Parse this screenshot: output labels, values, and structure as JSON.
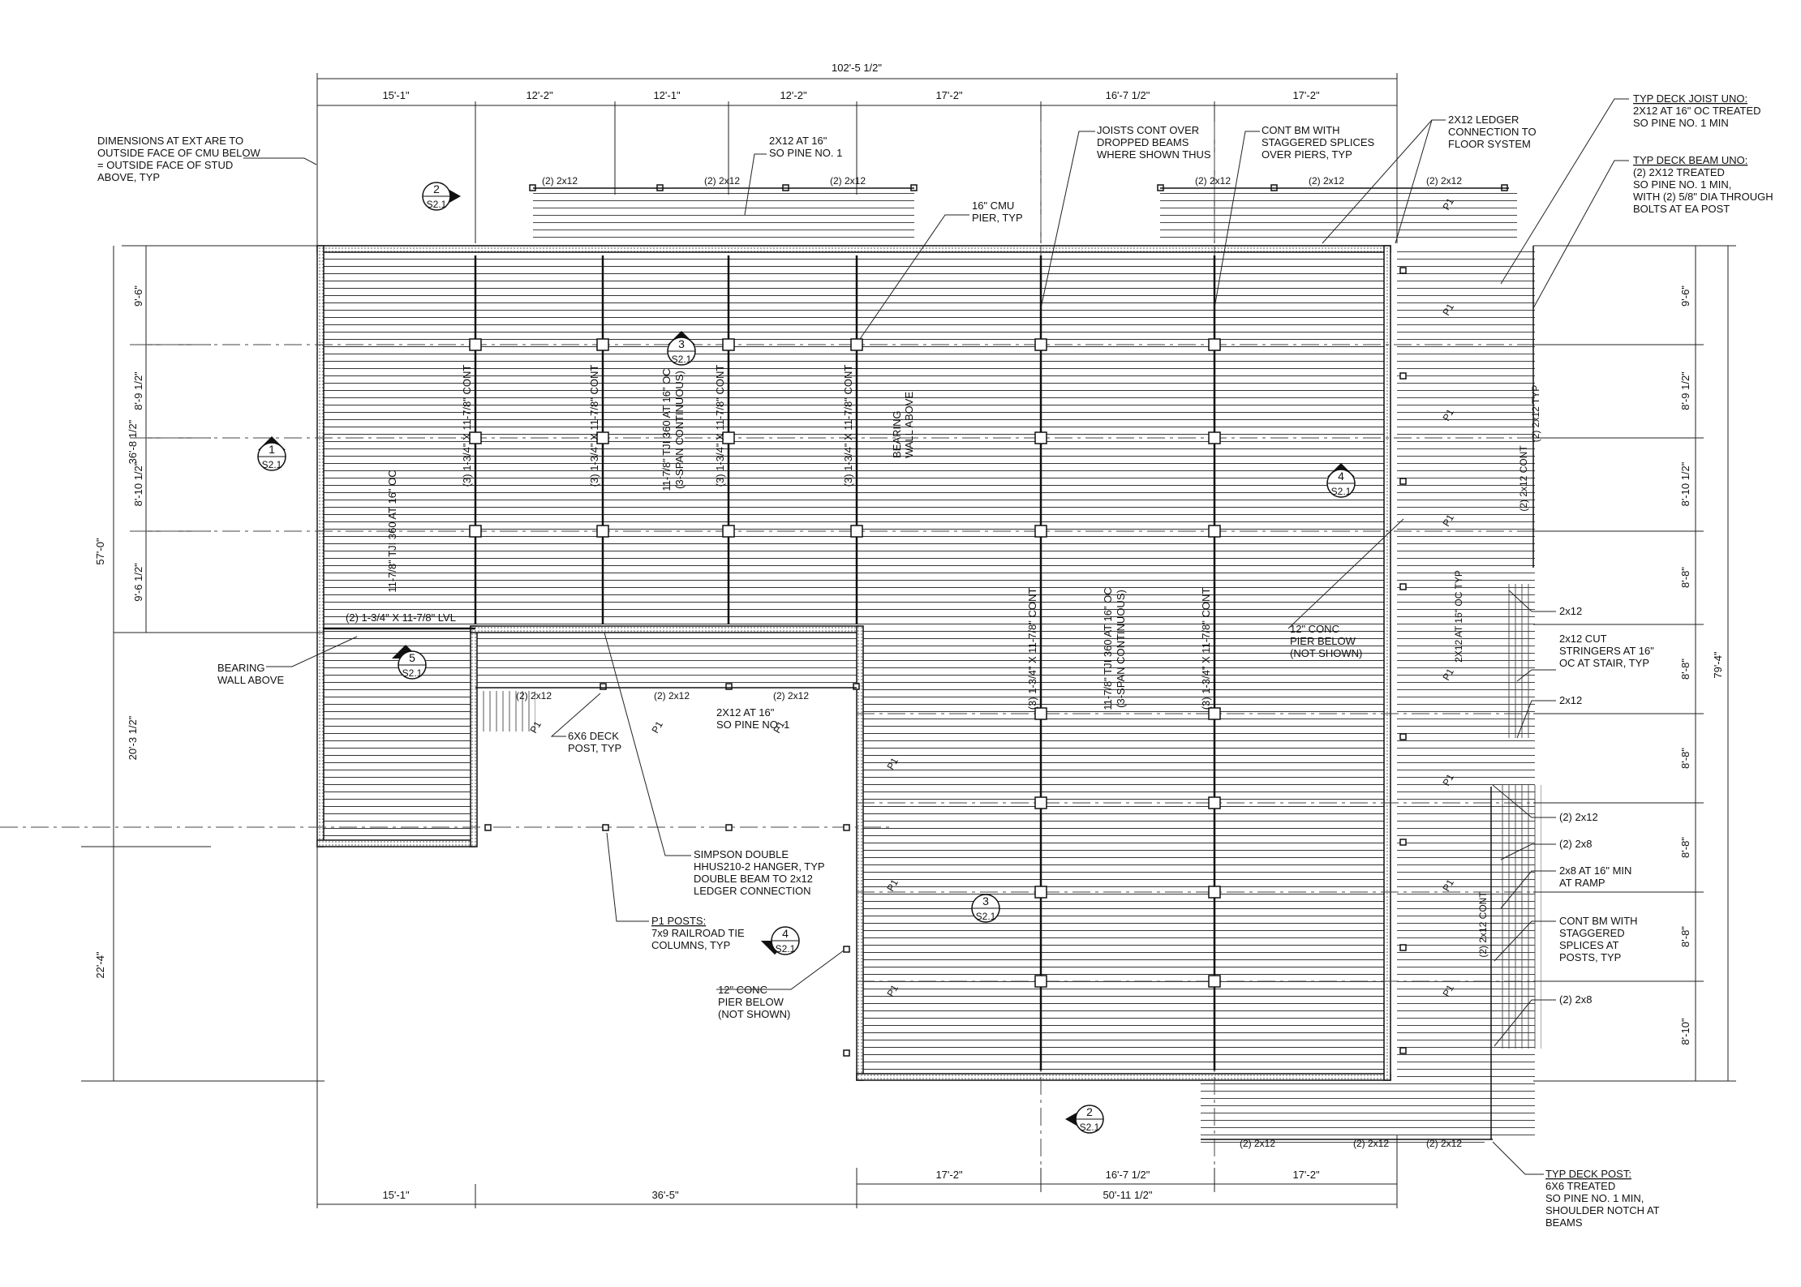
{
  "overall": {
    "width_dim": "102'-5 1/2\""
  },
  "top_dims": [
    "15'-1\"",
    "12'-2\"",
    "12'-1\"",
    "12'-2\"",
    "17'-2\"",
    "16'-7 1/2\"",
    "17'-2\""
  ],
  "bottom_dims": [
    "17'-2\"",
    "16'-7 1/2\"",
    "17'-2\""
  ],
  "bottom_overall_dims": [
    "15'-1\"",
    "36'-5\"",
    "50'-11 1/2\""
  ],
  "left_dims": {
    "overall": "57'-0\"",
    "upper": "36'-8 1/2\"",
    "mid": "20'-3 1/2\"",
    "lower": "22'-4\"",
    "rows": [
      "9'-6\"",
      "8'-9 1/2\"",
      "8'-10 1/2\"",
      "9'-6 1/2\""
    ]
  },
  "right_dims": {
    "overall": "79'-4\"",
    "rows": [
      "9'-6\"",
      "8'-9 1/2\"",
      "8'-10 1/2\"",
      "8'-8\"",
      "8'-8\"",
      "8'-8\"",
      "8'-8\"",
      "8'-8\"",
      "8'-10\""
    ]
  },
  "notes": {
    "ext_dims": [
      "DIMENSIONS AT EXT ARE TO",
      "OUTSIDE FACE OF CMU BELOW",
      "= OUTSIDE FACE OF STUD",
      "ABOVE, TYP"
    ],
    "joist_top": [
      "2X12 AT 16\"",
      "SO PINE NO. 1"
    ],
    "cmu_pier": [
      "16\" CMU",
      "PIER, TYP"
    ],
    "joists_cont": [
      "JOISTS CONT OVER",
      "DROPPED BEAMS",
      "WHERE SHOWN THUS"
    ],
    "cont_bm": [
      "CONT BM WITH",
      "STAGGERED SPLICES",
      "OVER PIERS, TYP"
    ],
    "ledger": [
      "2X12 LEDGER",
      "CONNECTION TO",
      "FLOOR SYSTEM"
    ],
    "typ_deck_joist": [
      "TYP DECK JOIST UNO:",
      "2X12 AT 16\" OC TREATED",
      "SO PINE NO. 1 MIN"
    ],
    "typ_deck_beam": [
      "TYP DECK BEAM UNO:",
      "(2) 2X12 TREATED",
      "SO PINE NO. 1 MIN,",
      "WITH (2) 5/8\" DIA THROUGH",
      "BOLTS AT EA POST"
    ],
    "bearing_wall_left": [
      "BEARING",
      "WALL ABOVE"
    ],
    "bearing_wall_mid": [
      "BEARING",
      "WALL ABOVE"
    ],
    "deck_post": [
      "6X6 DECK",
      "POST, TYP"
    ],
    "joist_mid": [
      "2X12 AT 16\"",
      "SO PINE NO. 1"
    ],
    "hanger": [
      "SIMPSON DOUBLE",
      "HHUS210-2 HANGER, TYP",
      "DOUBLE BEAM TO 2x12",
      "LEDGER CONNECTION"
    ],
    "p1_posts": [
      "P1 POSTS:",
      "7x9 RAILROAD TIE",
      "COLUMNS, TYP"
    ],
    "conc_pier_left": [
      "12\" CONC",
      "PIER BELOW",
      "(NOT SHOWN)"
    ],
    "conc_pier_right": [
      "12\" CONC",
      "PIER BELOW",
      "(NOT SHOWN)"
    ],
    "stringers": [
      "2x12 CUT",
      "STRINGERS AT 16\"",
      "OC AT STAIR, TYP"
    ],
    "ramp": [
      "2x8 AT 16\" MIN",
      "AT RAMP"
    ],
    "cont_bm_posts": [
      "CONT BM WITH",
      "STAGGERED",
      "SPLICES AT",
      "POSTS, TYP"
    ],
    "typ_deck_post": [
      "TYP DECK POST:",
      "6X6 TREATED",
      "SO PINE NO. 1 MIN,",
      "SHOULDER NOTCH AT",
      "BEAMS"
    ],
    "r_2x12_a": "2x12",
    "r_2x12_b": "2x12",
    "r_2_2x12": "(2) 2x12",
    "r_2_2x8_a": "(2) 2x8",
    "r_2_2x8_b": "(2) 2x8"
  },
  "members": {
    "tji_left": "11-7/8\" TJI 360 AT 16\" OC",
    "tji_mid": [
      "11-7/8\" TJI 360 AT 16\" OC",
      "(3-SPAN CONTINUOUS)"
    ],
    "tji_right": [
      "11-7/8\" TJI 360 AT 16\" OC",
      "(3-SPAN CONTINUOUS)"
    ],
    "beam3": "(3) 1-3/4\" X 11-7/8\" CONT",
    "lvl": "(2) 1-3/4\" X 11-7/8\" LVL",
    "d2x12": "(2) 2x12",
    "deck_typ_16": "2X12 AT 16\" OC TYP",
    "deck_typ": "(2) 2x12 TYP",
    "cont_2x12": "(2) 2x12 CONT",
    "p1": "P1"
  },
  "sections": {
    "s2_top": {
      "num": "2",
      "sheet": "S2.1"
    },
    "s1": {
      "num": "1",
      "sheet": "S2.1"
    },
    "s3_top": {
      "num": "3",
      "sheet": "S2.1"
    },
    "s4_right": {
      "num": "4",
      "sheet": "S2.1"
    },
    "s5": {
      "num": "5",
      "sheet": "S2.1"
    },
    "s3_bot": {
      "num": "3",
      "sheet": "S2.1"
    },
    "s4_bot": {
      "num": "4",
      "sheet": "S2.1"
    },
    "s2_bot": {
      "num": "2",
      "sheet": "S2.1"
    }
  }
}
